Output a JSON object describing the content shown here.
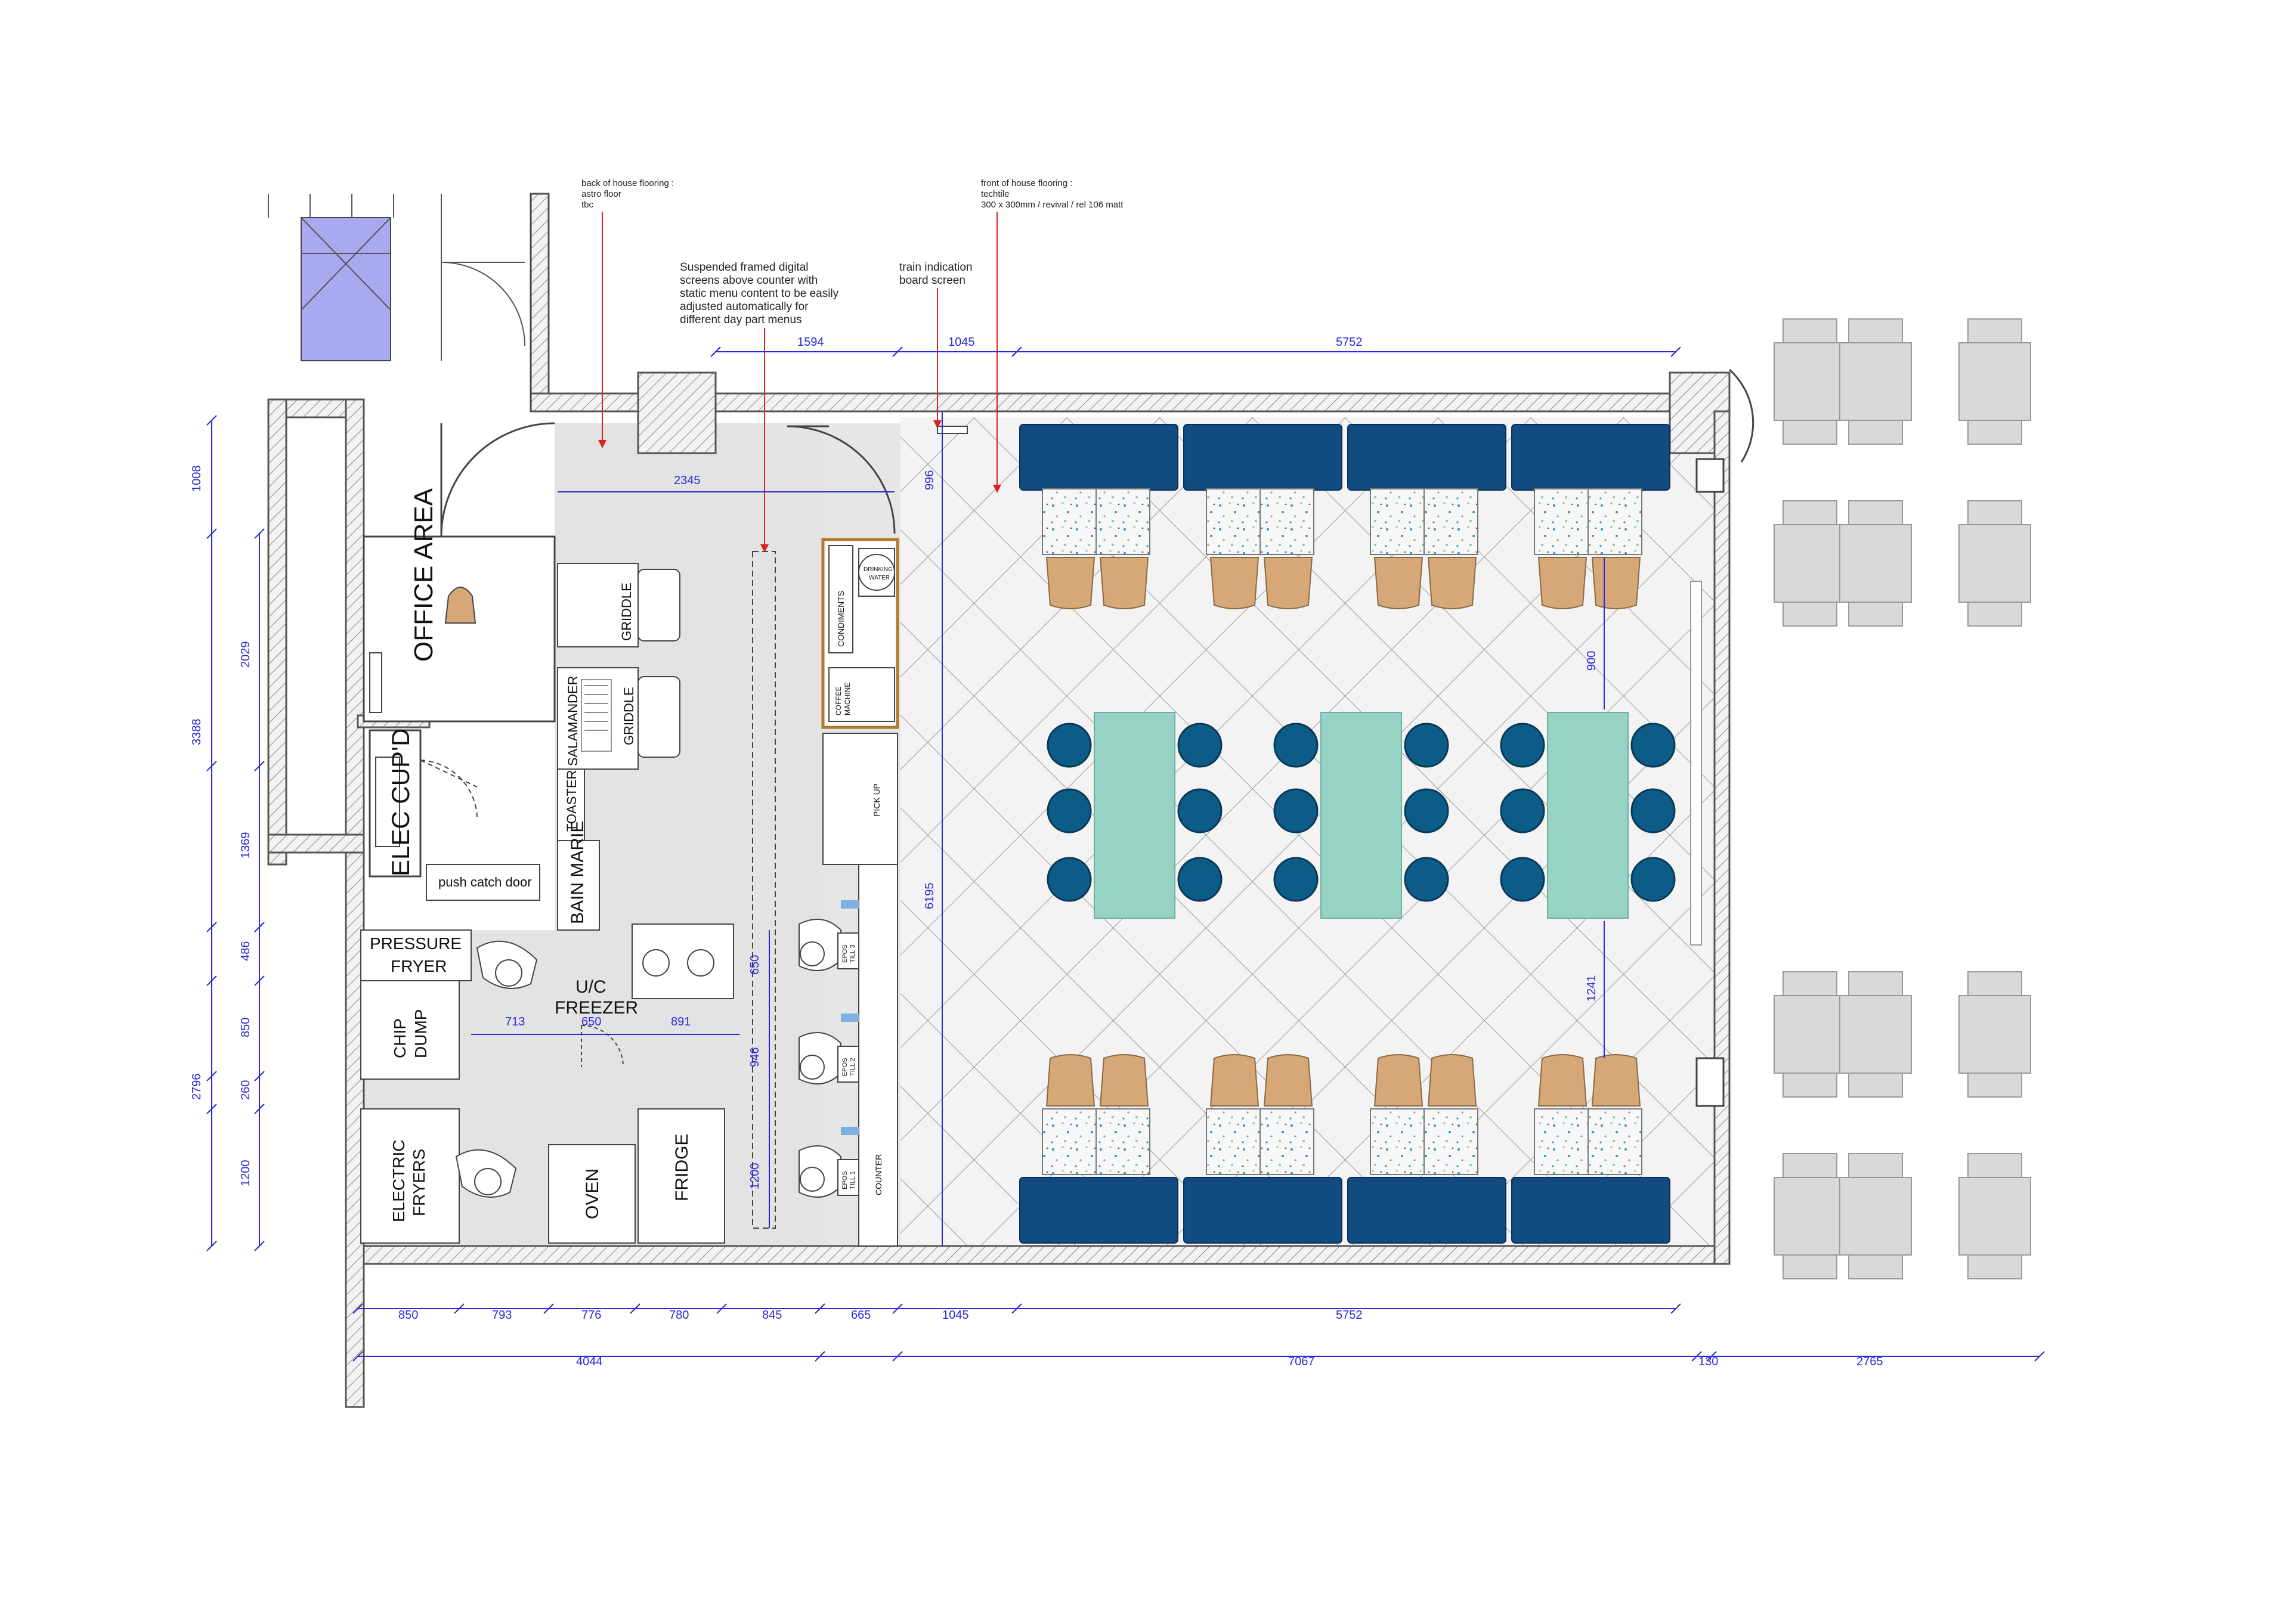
{
  "notes": {
    "boh_flooring": [
      "back of house flooring :",
      "astro floor",
      "tbc"
    ],
    "screens": [
      "Suspended framed digital",
      "screens above counter with",
      "static menu content to be easily",
      "adjusted automatically for",
      "different day part menus"
    ],
    "train_board": [
      "train indication",
      "board screen"
    ],
    "foh_flooring": [
      "front of house flooring :",
      "techtile",
      "300 x 300mm / revival / rel 106 matt"
    ]
  },
  "rooms": {
    "office": "OFFICE AREA",
    "elec": "ELEC CUP'D",
    "push_door": "push catch door"
  },
  "equipment": {
    "griddle_1": "GRIDDLE",
    "griddle_2": "GRIDDLE",
    "salamander": "SALAMANDER",
    "toaster": "TOASTER",
    "bain_marie": "BAIN MARIE",
    "uc_freezer": [
      "U/C",
      "FREEZER"
    ],
    "pressure_fryer": [
      "PRESSURE",
      "FRYER"
    ],
    "chip_dump": [
      "CHIP",
      "DUMP"
    ],
    "electric_fryers": [
      "ELECTRIC",
      "FRYERS"
    ],
    "oven": "OVEN",
    "fridge": "FRIDGE",
    "condiments": "CONDIMENTS",
    "drinking_water": [
      "DRINKING",
      "WATER"
    ],
    "coffee_machine": [
      "COFFEE",
      "MACHINE"
    ],
    "pick_up": "PICK UP",
    "counter": "COUNTER",
    "epos_3": [
      "EPOS",
      "TILL 3"
    ],
    "epos_2": [
      "EPOS",
      "TILL 2"
    ],
    "epos_1": [
      "EPOS",
      "TILL 1"
    ]
  },
  "dimensions": {
    "top": [
      "1594",
      "1045",
      "5752"
    ],
    "left": [
      "1008",
      "2029",
      "3388",
      "1369",
      "486",
      "850",
      "260",
      "2796",
      "1200"
    ],
    "kitchen": [
      "2345",
      "996",
      "713",
      "650",
      "891",
      "650",
      "946",
      "1200",
      "6195",
      "900",
      "1241"
    ],
    "bottom_row1": [
      "850",
      "793",
      "776",
      "780",
      "845",
      "665",
      "1045",
      "5752"
    ],
    "bottom_row2": [
      "4044",
      "7067",
      "130",
      "2765"
    ]
  },
  "colors": {
    "dimension": "#2a2ad8",
    "banquette": "#124a82",
    "table": "#96d3c4",
    "stool": "#0d5c88",
    "chair": "#d6a878",
    "kitchen_floor": "#e3e3e3",
    "outdoor": "#d9d9d9",
    "accent_purple": "#a9a9f0",
    "note_line": "#dd2222"
  }
}
